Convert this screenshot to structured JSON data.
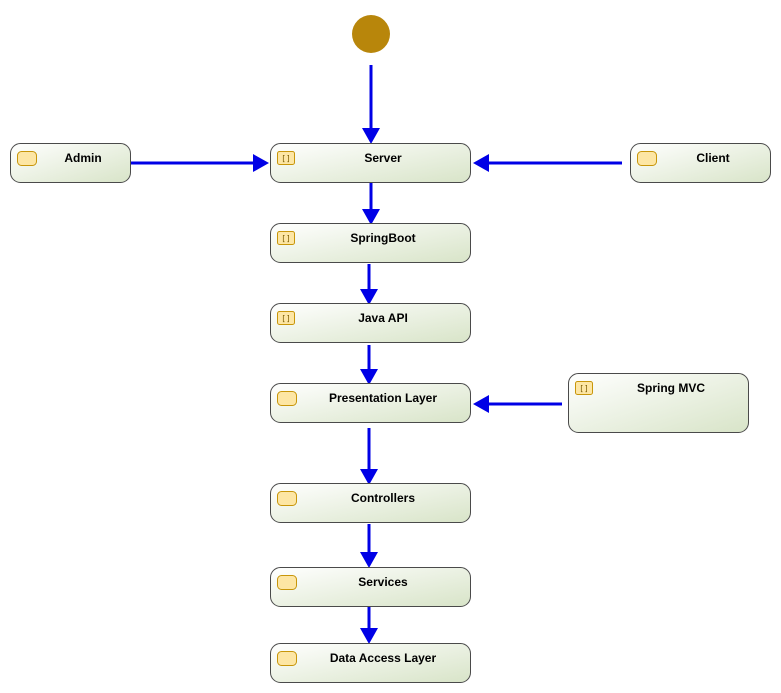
{
  "diagram": {
    "type": "flow",
    "start": {
      "id": "start"
    },
    "nodes": [
      {
        "id": "admin",
        "label": "Admin",
        "icon": "plain"
      },
      {
        "id": "server",
        "label": "Server",
        "icon": "component"
      },
      {
        "id": "client",
        "label": "Client",
        "icon": "plain"
      },
      {
        "id": "springboot",
        "label": "SpringBoot",
        "icon": "component"
      },
      {
        "id": "javaapi",
        "label": "Java API",
        "icon": "component"
      },
      {
        "id": "presentation",
        "label": "Presentation Layer",
        "icon": "plain"
      },
      {
        "id": "springmvc",
        "label": "Spring MVC",
        "icon": "component"
      },
      {
        "id": "controllers",
        "label": "Controllers",
        "icon": "plain"
      },
      {
        "id": "services",
        "label": "Services",
        "icon": "plain"
      },
      {
        "id": "dataaccess",
        "label": "Data Access Layer",
        "icon": "plain"
      }
    ],
    "edges": [
      {
        "from": "start",
        "to": "server"
      },
      {
        "from": "admin",
        "to": "server"
      },
      {
        "from": "client",
        "to": "server"
      },
      {
        "from": "server",
        "to": "springboot"
      },
      {
        "from": "springboot",
        "to": "javaapi"
      },
      {
        "from": "javaapi",
        "to": "presentation"
      },
      {
        "from": "springmvc",
        "to": "presentation"
      },
      {
        "from": "presentation",
        "to": "controllers"
      },
      {
        "from": "controllers",
        "to": "services"
      },
      {
        "from": "services",
        "to": "dataaccess"
      }
    ],
    "colors": {
      "edge": "#0000e6",
      "start": "#b8860b",
      "node_fill_top": "#ffffff",
      "node_fill_bottom": "#d8e4c8",
      "icon_fill": "#fde6a4",
      "icon_stroke": "#c8960a"
    }
  }
}
